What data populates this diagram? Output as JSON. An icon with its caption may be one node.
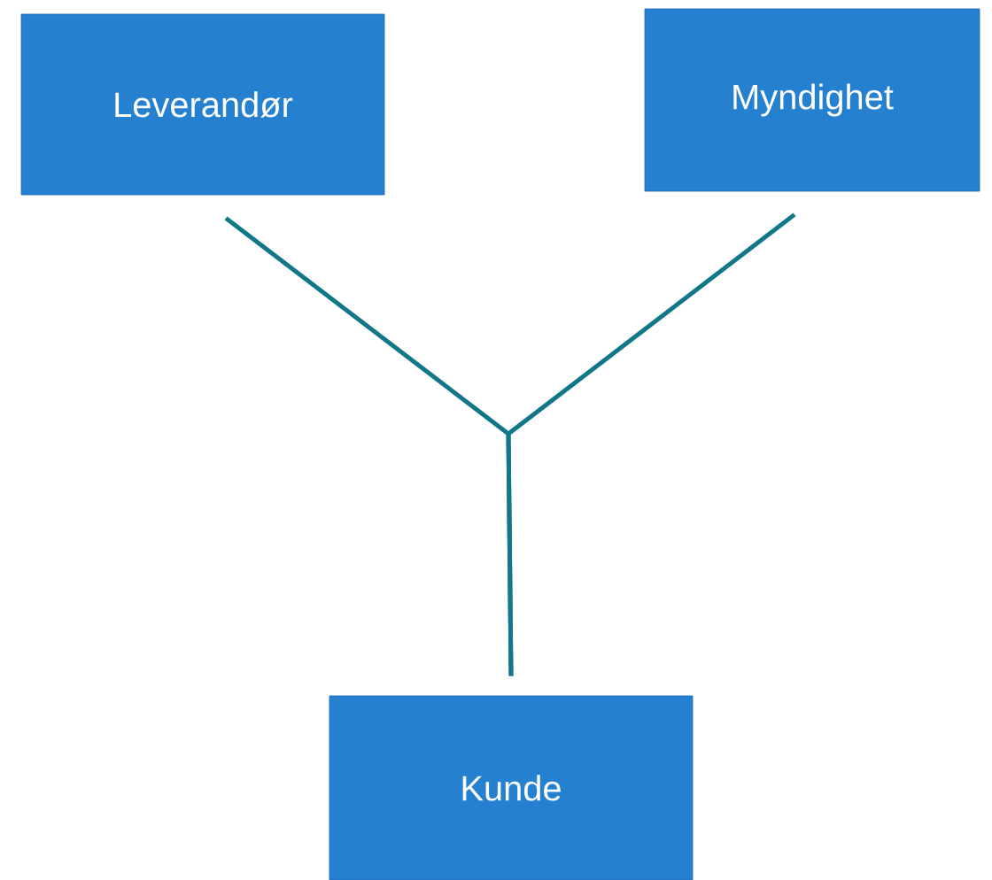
{
  "diagram": {
    "nodes": [
      {
        "text": [
          "Leverandør"
        ]
      },
      {
        "text": [
          "Myndighet"
        ]
      },
      {
        "text": [
          "Kunde"
        ]
      }
    ],
    "edges": [
      {
        "from": 0,
        "to": 2,
        "arrow": "none"
      },
      {
        "from": 1,
        "to": 2,
        "arrow": "none"
      }
    ]
  }
}
